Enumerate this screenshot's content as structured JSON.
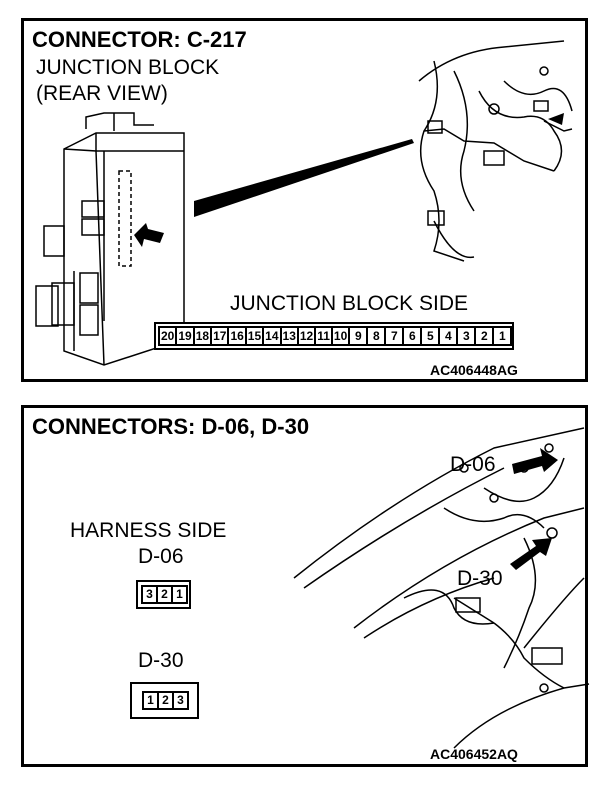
{
  "top_panel": {
    "title": "CONNECTOR: C-217",
    "subtitle_line1": "JUNCTION BLOCK",
    "subtitle_line2": "(REAR VIEW)",
    "side_label": "JUNCTION BLOCK SIDE",
    "pins": [
      "20",
      "19",
      "18",
      "17",
      "16",
      "15",
      "14",
      "13",
      "12",
      "11",
      "10",
      "9",
      "8",
      "7",
      "6",
      "5",
      "4",
      "3",
      "2",
      "1"
    ],
    "code": "AC406448AG"
  },
  "bottom_panel": {
    "title": "CONNECTORS: D-06, D-30",
    "harness_label": "HARNESS SIDE",
    "d06_label": "D-06",
    "d06_pins": [
      "3",
      "2",
      "1"
    ],
    "d30_label": "D-30",
    "d30_pins": [
      "1",
      "2",
      "3"
    ],
    "callout_d06": "D-06",
    "callout_d30": "D-30",
    "code": "AC406452AQ"
  }
}
